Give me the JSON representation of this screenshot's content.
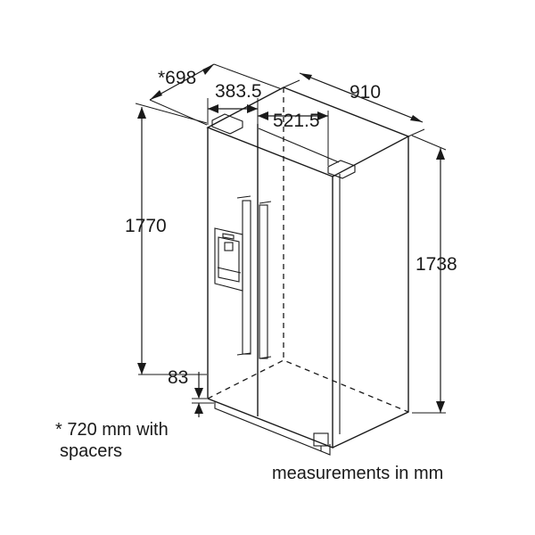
{
  "dimensions": {
    "depth_note": "*698",
    "depth": "383.5",
    "width": "910",
    "door_width": "521.5",
    "height_total": "1770",
    "height_body": "1738",
    "base_height": "83"
  },
  "notes": {
    "spacers_line1": "* 720 mm with",
    "spacers_line2": "spacers",
    "units": "measurements in mm"
  }
}
